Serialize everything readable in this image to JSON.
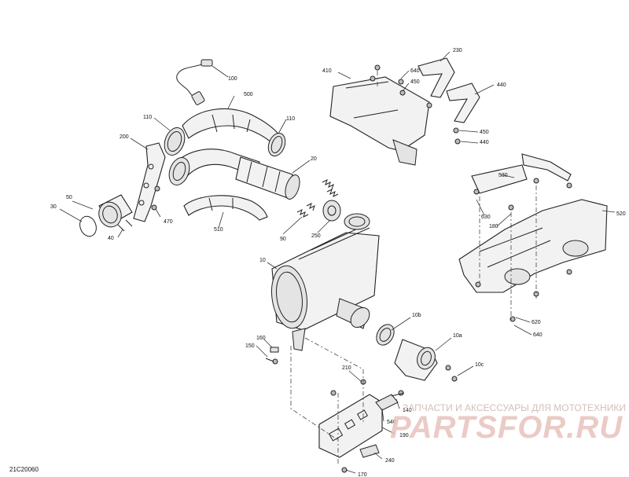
{
  "callouts": {
    "c100": "100",
    "c500": "500",
    "c110a": "110",
    "c110b": "110",
    "c200": "200",
    "c20": "20",
    "c50": "50",
    "c30": "30",
    "c40": "40",
    "c470": "470",
    "c510": "510",
    "c90": "90",
    "c250": "250",
    "c10": "10",
    "c10b": "10b",
    "c10a": "10a",
    "c10c": "10c",
    "c160": "160",
    "c150": "150",
    "c210": "210",
    "c140": "140",
    "c540": "540",
    "c190": "190",
    "c240": "240",
    "c170": "170",
    "c410": "410",
    "c230": "230",
    "c640a": "640",
    "c450a": "450",
    "c440a": "440",
    "c450b": "450",
    "c440b": "440",
    "c530": "530",
    "c520": "520",
    "c630": "630",
    "c180": "180",
    "c620": "620",
    "c640b": "640"
  },
  "diagram_code": "21C20060",
  "watermark": {
    "text": "ЗАПЧАСТИ И АКСЕССУАРЫ ДЛЯ МОТОТЕХНИКИ",
    "logo": "PARTSFOR.RU"
  }
}
